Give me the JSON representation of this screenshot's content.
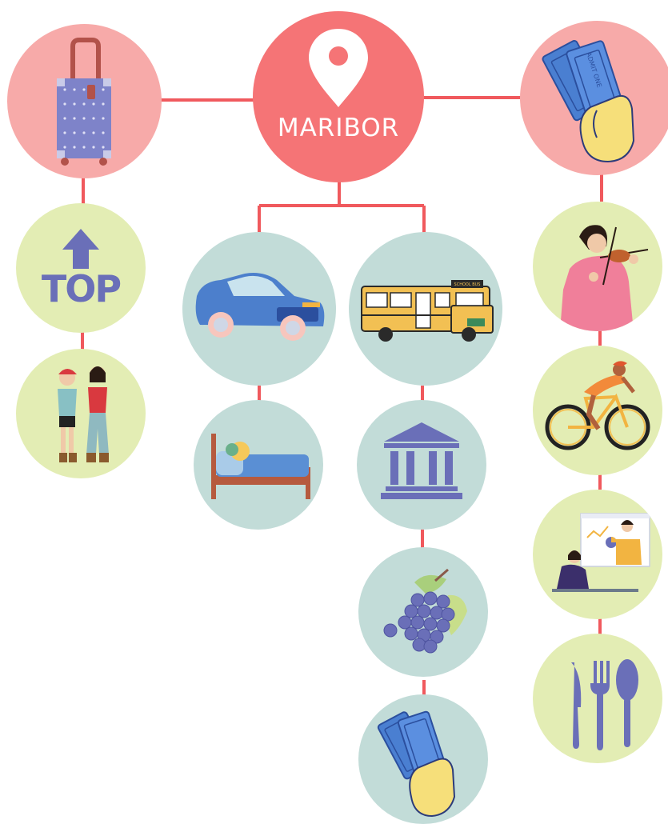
{
  "diagram": {
    "title": "MARIBOR",
    "top_badge_text": "TOP",
    "ticket_text": "ADMIT ONE",
    "bus_sign_text": "SCHOOL BUS",
    "colors": {
      "connector": "#f0595d",
      "center_node": "#f57476",
      "pink_node": "#f7aaa9",
      "green_node": "#e3edb4",
      "blue_node": "#c2dcd8",
      "accent_purple": "#6a6fb8"
    },
    "nodes": [
      {
        "id": "center",
        "icon": "map-pin-icon"
      },
      {
        "id": "travel",
        "icon": "suitcase-icon"
      },
      {
        "id": "events",
        "icon": "tickets-icon"
      },
      {
        "id": "top",
        "icon": "top-arrow-icon"
      },
      {
        "id": "friends",
        "icon": "friends-icon"
      },
      {
        "id": "car",
        "icon": "car-icon"
      },
      {
        "id": "bus",
        "icon": "school-bus-icon"
      },
      {
        "id": "bed",
        "icon": "bed-icon"
      },
      {
        "id": "museum",
        "icon": "museum-icon"
      },
      {
        "id": "grapes",
        "icon": "grapes-icon"
      },
      {
        "id": "tickets-bottom",
        "icon": "tickets-icon"
      },
      {
        "id": "violin",
        "icon": "violinist-icon"
      },
      {
        "id": "cycling",
        "icon": "cyclist-icon"
      },
      {
        "id": "presentation",
        "icon": "presentation-icon"
      },
      {
        "id": "dining",
        "icon": "cutlery-icon"
      }
    ]
  }
}
